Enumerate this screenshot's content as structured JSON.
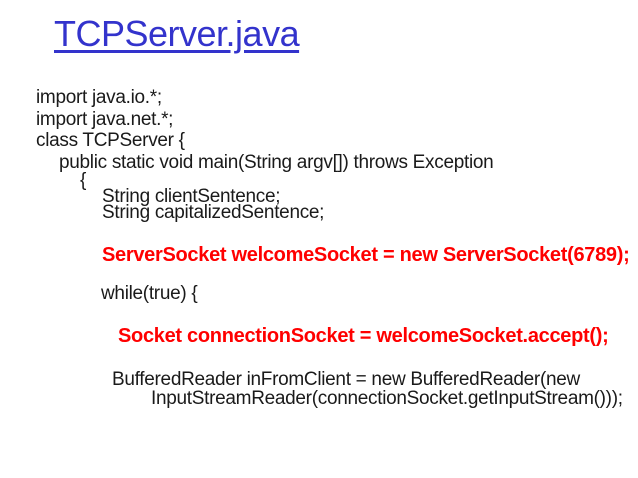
{
  "slide": {
    "title": "TCPServer.java",
    "colors": {
      "background": "#ffffff",
      "title": "#3333cc",
      "code": "#1a1a1a",
      "highlight": "#ff0000"
    }
  },
  "code": {
    "lines": [
      {
        "text": "import java.io.*;",
        "highlight": false
      },
      {
        "text": "import java.net.*;",
        "highlight": false
      },
      {
        "text": "class TCPServer {",
        "highlight": false
      },
      {
        "text": "public static void main(String argv[]) throws Exception",
        "highlight": false
      },
      {
        "text": "{",
        "highlight": false
      },
      {
        "text": "String clientSentence;",
        "highlight": false
      },
      {
        "text": "String capitalizedSentence;",
        "highlight": false
      },
      {
        "text": "ServerSocket welcomeSocket = new ServerSocket(6789);",
        "highlight": true
      },
      {
        "text": "while(true) {",
        "highlight": false
      },
      {
        "text": "Socket connectionSocket = welcomeSocket.accept();",
        "highlight": true
      },
      {
        "text": "BufferedReader inFromClient = new BufferedReader(new",
        "highlight": false
      },
      {
        "text": "InputStreamReader(connectionSocket.getInputStream()));",
        "highlight": false
      }
    ]
  }
}
